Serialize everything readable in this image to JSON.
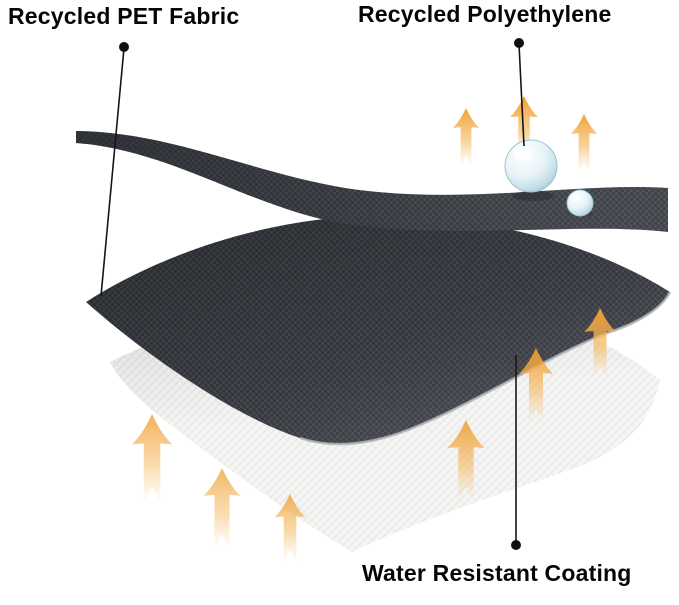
{
  "labels": {
    "top_left": "Recycled PET Fabric",
    "top_right": "Recycled Polyethylene",
    "bottom": "Water Resistant Coating"
  },
  "diagram": {
    "type": "fabric-layer-diagram",
    "layers": [
      {
        "id": "polyethylene-film",
        "label": "Recycled Polyethylene",
        "appearance": "thin dark film on top with beading water droplets"
      },
      {
        "id": "pet-fabric",
        "label": "Recycled PET Fabric",
        "appearance": "thick dark woven fabric sheet"
      },
      {
        "id": "water-resistant-coating",
        "label": "Water Resistant Coating",
        "appearance": "white coated bottom sheet"
      }
    ],
    "annotations": {
      "droplet_count": 2,
      "airflow_arrow_groups": 3,
      "arrows_per_group": 3
    },
    "colors": {
      "background": "#ffffff",
      "text": "#060606",
      "leader_line": "#161616",
      "fabric_dark": "#3c3f45",
      "fabric_texture_light": "#4d525a",
      "fabric_texture_dark": "#2e3136",
      "sheet_edge_highlight": "#b0b5ba",
      "coating_white": "#f6f6f5",
      "coating_grid": "#e7e6e3",
      "arrow_orange": "#ef9d2e",
      "arrow_pale": "#f9d9a4",
      "droplet_blue": "#93bccc"
    }
  }
}
